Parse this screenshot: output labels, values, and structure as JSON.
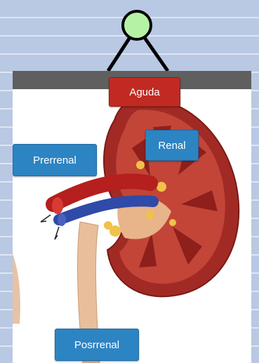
{
  "labels": {
    "top": "Aguda",
    "renal": "Renal",
    "prerenal": "Prerrenal",
    "postrenal": "Posrrenal"
  },
  "colors": {
    "node": "#b6f2a6",
    "top_label": "#c12a22",
    "category_label": "#2d84c2",
    "card_header": "#5f5f5f"
  }
}
